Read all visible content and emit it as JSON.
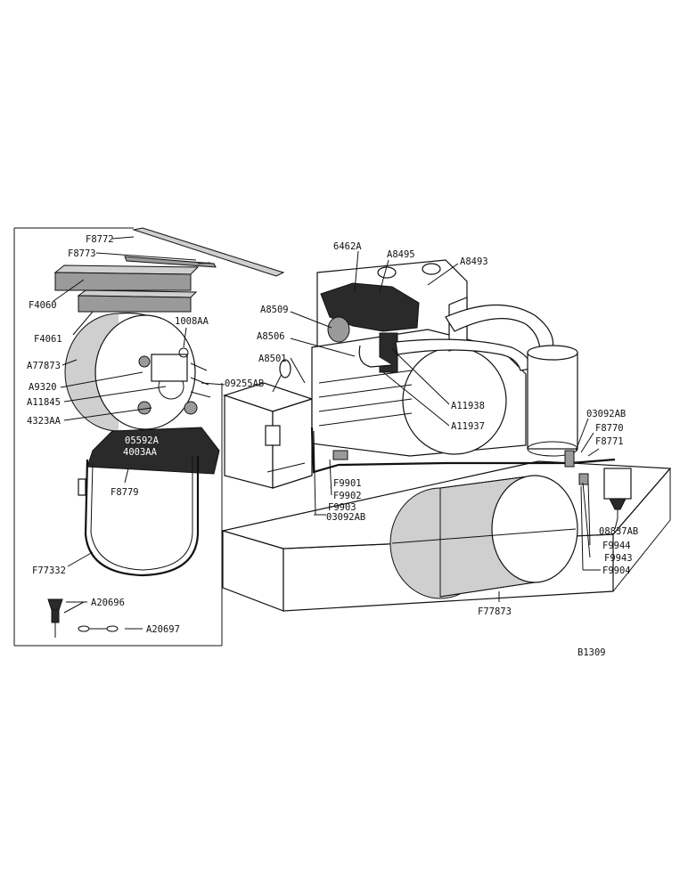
{
  "diagram_id": "B1309",
  "labels": {
    "F8772": "F8772",
    "F8773": "F8773",
    "F4060": "F4060",
    "F4061": "F4061",
    "1008AA": "1008AA",
    "A77873": "A77873",
    "A9320": "A9320",
    "09255AB": "09255AB",
    "A11845": "A11845",
    "4323AA": "4323AA",
    "05592A": "05592A",
    "4003AA": "4003AA",
    "F8779": "F8779",
    "F77332": "F77332",
    "A20696": "A20696",
    "A20697": "A20697",
    "6462A": "6462A",
    "A8495": "A8495",
    "A8493": "A8493",
    "A8509": "A8509",
    "A8506": "A8506",
    "A8501": "A8501",
    "A11938": "A11938",
    "A11937": "A11937",
    "03092AB_right": "03092AB",
    "F8770": "F8770",
    "F8771": "F8771",
    "F9901": "F9901",
    "F9902": "F9902",
    "F9903": "F9903",
    "03092AB_bottom": "03092AB",
    "08837AB": "08837AB",
    "F9944": "F9944",
    "F9943": "F9943",
    "F9904": "F9904",
    "F77873": "F77873"
  }
}
